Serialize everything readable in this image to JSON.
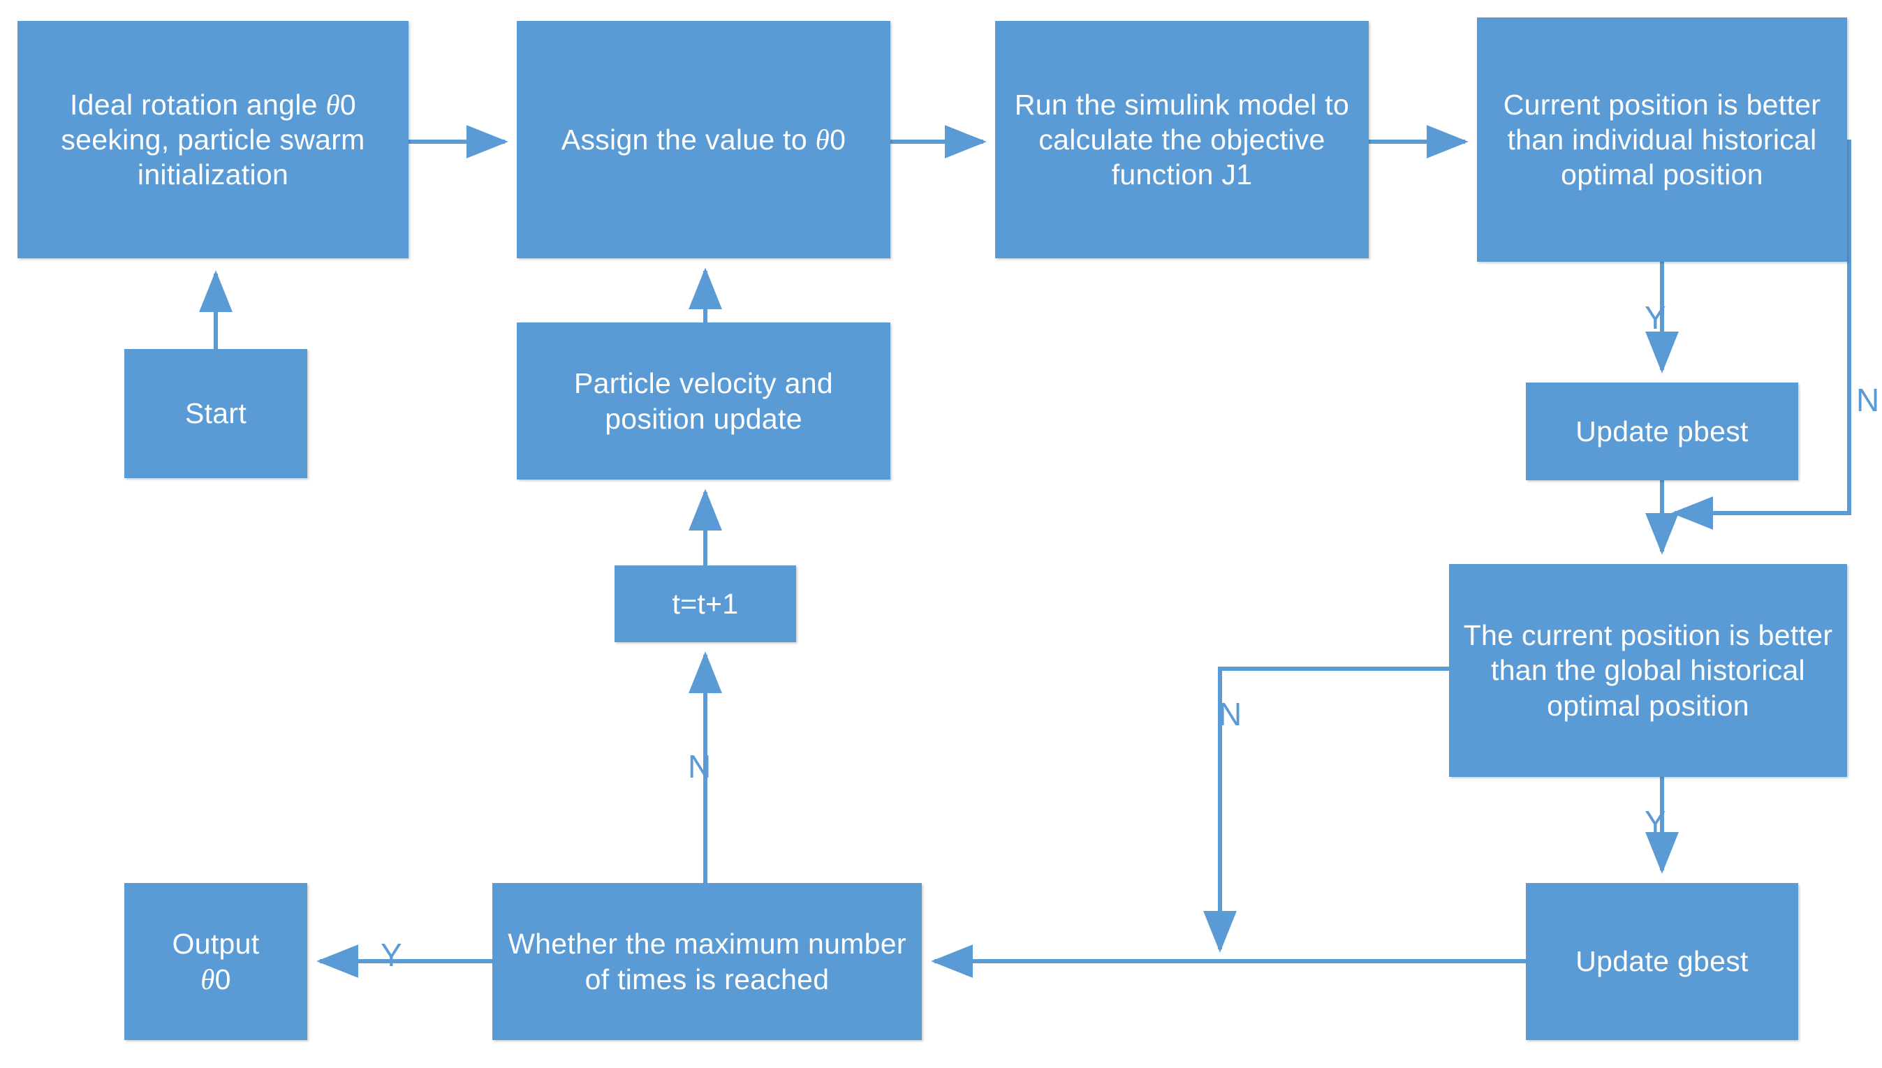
{
  "diagram": {
    "type": "flowchart",
    "title": "Particle swarm optimization flowchart for ideal rotation angle seeking",
    "colors": {
      "node_fill": "#5B9BD5",
      "node_text": "#FFFFFF",
      "connector": "#5B9BD5",
      "label_text": "#5B9BD5",
      "background": "#FFFFFF"
    },
    "nodes": [
      {
        "id": "init",
        "label_prefix": "Ideal rotation angle ",
        "symbol": "θ",
        "label_suffix": "0 seeking, particle swarm initialization",
        "label": "Ideal rotation angle θ0 seeking, particle swarm initialization",
        "shape": "rectangle"
      },
      {
        "id": "start",
        "label": "Start",
        "shape": "rectangle"
      },
      {
        "id": "assign",
        "label_prefix": "Assign the value to ",
        "symbol": "θ",
        "label_suffix": "0",
        "label": "Assign the value to θ0",
        "shape": "rectangle"
      },
      {
        "id": "velocity",
        "label": "Particle velocity and position update",
        "shape": "rectangle"
      },
      {
        "id": "tplus",
        "label": "t=t+1",
        "shape": "rectangle"
      },
      {
        "id": "sim",
        "label": "Run the simulink model to calculate the objective function J1",
        "shape": "rectangle"
      },
      {
        "id": "pbestcond",
        "label": "Current position is better than individual historical optimal position",
        "shape": "decision-rectangle"
      },
      {
        "id": "updpbest",
        "label": "Update pbest",
        "shape": "rectangle"
      },
      {
        "id": "gbestcond",
        "label": "The current position is better than the global historical optimal position",
        "shape": "decision-rectangle"
      },
      {
        "id": "updgbest",
        "label": "Update gbest",
        "shape": "rectangle"
      },
      {
        "id": "whether",
        "label": "Whether the maximum number of times is reached",
        "shape": "decision-rectangle"
      },
      {
        "id": "output",
        "label_prefix": "Output ",
        "symbol": "θ",
        "label_suffix": "0",
        "label": "Output θ0",
        "shape": "rectangle"
      }
    ],
    "edge_labels": {
      "y_pbest": "Y",
      "n_pbest": "N",
      "y_gbest": "Y",
      "n_gbest": "N",
      "n_loop": "N",
      "y_output": "Y"
    },
    "edges": [
      {
        "from": "start",
        "to": "init",
        "label": ""
      },
      {
        "from": "init",
        "to": "assign",
        "label": ""
      },
      {
        "from": "assign",
        "to": "sim",
        "label": ""
      },
      {
        "from": "sim",
        "to": "pbestcond",
        "label": ""
      },
      {
        "from": "pbestcond",
        "to": "updpbest",
        "label": "Y"
      },
      {
        "from": "pbestcond",
        "to": "gbestcond",
        "label": "N"
      },
      {
        "from": "updpbest",
        "to": "gbestcond",
        "label": ""
      },
      {
        "from": "gbestcond",
        "to": "updgbest",
        "label": "Y"
      },
      {
        "from": "gbestcond",
        "to": "whether",
        "label": "N"
      },
      {
        "from": "updgbest",
        "to": "whether",
        "label": ""
      },
      {
        "from": "whether",
        "to": "output",
        "label": "Y"
      },
      {
        "from": "whether",
        "to": "tplus",
        "label": "N"
      },
      {
        "from": "tplus",
        "to": "velocity",
        "label": ""
      },
      {
        "from": "velocity",
        "to": "assign",
        "label": ""
      }
    ]
  }
}
